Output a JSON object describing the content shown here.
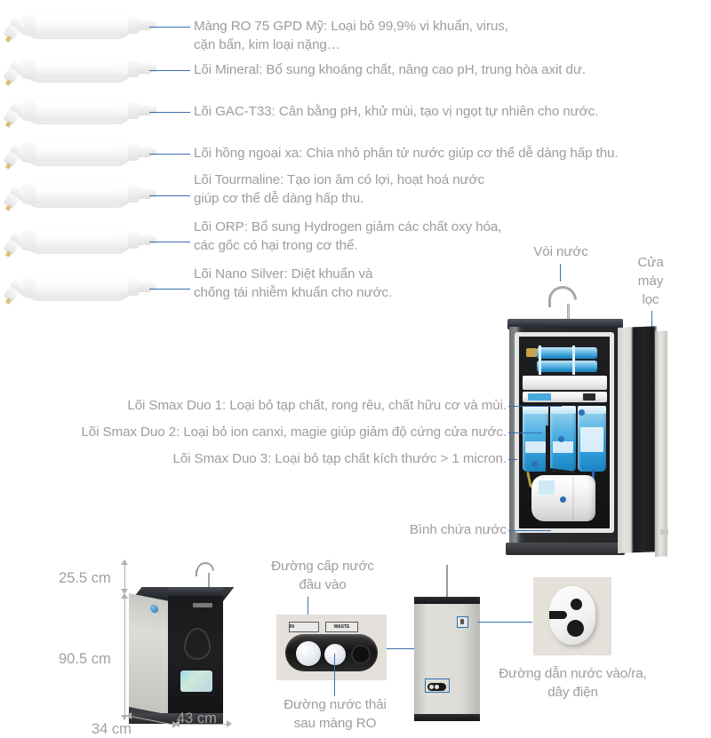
{
  "filters": [
    {
      "id": "ro",
      "text": "Màng RO 75 GPD Mỹ: Loại bỏ 99,9% vi khuẩn, virus,\ncặn bẩn, kim loại nặng…"
    },
    {
      "id": "mineral",
      "text": "Lõi Mineral: Bổ sung khoáng chất, nâng cao pH, trung hòa axit dư."
    },
    {
      "id": "gac-t33",
      "text": "Lõi GAC-T33: Cân bằng pH, khử mùi, tạo vị ngọt tự nhiên cho nước."
    },
    {
      "id": "hong-ngoai-xa",
      "text": "Lõi hồng ngoại xa: Chia nhỏ phân tử nước giúp cơ thể dễ dàng hấp thu."
    },
    {
      "id": "tourmaline",
      "text": "Lõi Tourmaline: Tạo ion âm có lợi, hoạt hoá nước\ngiúp cơ thể dễ dàng hấp thu."
    },
    {
      "id": "orp",
      "text": "Lõi ORP: Bổ sung Hydrogen giảm các chất oxy hóa,\ncác gốc có hại trong cơ thể."
    },
    {
      "id": "nano-silver",
      "text": "Lõi Nano Silver: Diệt khuẩn và\nchống tái nhiễm khuẩn cho nước."
    }
  ],
  "machine_callouts": {
    "faucet": "Vòi nước",
    "door": "Cửa\nmáy\nlọc",
    "smax_duo_1": "Lõi Smax Duo 1: Loại bỏ tạp chất, rong rêu, chất hữu cơ và mùi.",
    "smax_duo_2": "Lõi Smax Duo 2: Loại bỏ ion canxi, magie giúp giảm độ cứng cửa nước.",
    "smax_duo_3": "Lõi Smax Duo 3: Loại bỏ tạp chất kích thước > 1 micron.",
    "tank": "Bình chứa nước"
  },
  "dimensions": {
    "top_height": "25.5 cm",
    "body_height": "90.5 cm",
    "depth": "34 cm",
    "width": "43 cm"
  },
  "bottom_callouts": {
    "inlet": "Đường cấp nước\nđầu vào",
    "waste": "Đường nước thải\nsau màng RO",
    "power": "Đường dẫn nước vào/ra,\ndây điện"
  },
  "port_labels": {
    "in": "IN",
    "waste": "WASTE"
  },
  "colors": {
    "text": "#9d9d9d",
    "leader": "#3a6fb0",
    "dim": "#b0b0b0",
    "filter_blue": "#2e9bd8"
  }
}
